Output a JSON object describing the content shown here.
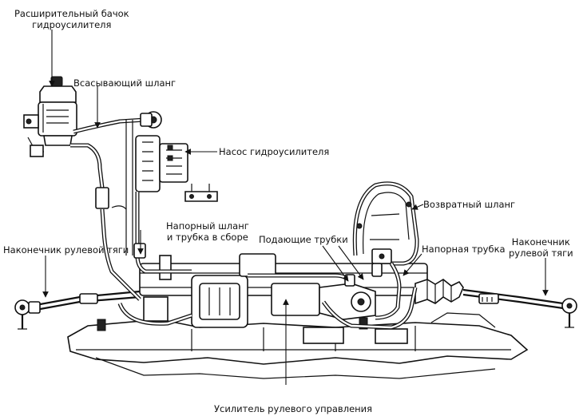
{
  "labels": {
    "reservoir_l1": "Расширительный бачок",
    "reservoir_l2": "гидроусилителя",
    "suction_hose": "Всасывающий шланг",
    "pump": "Насос гидроусилителя",
    "return_hose": "Возвратный шланг",
    "pressure_assy_l1": "Напорный шланг",
    "pressure_assy_l2": "и трубка в сборе",
    "feed_tubes": "Подающие трубки",
    "pressure_tube": "Напорная трубка",
    "tie_rod_left": "Наконечник рулевой тяги",
    "tie_rod_right_l1": "Наконечник",
    "tie_rod_right_l2": "рулевой тяги",
    "steering_gear": "Усилитель рулевого управления"
  }
}
